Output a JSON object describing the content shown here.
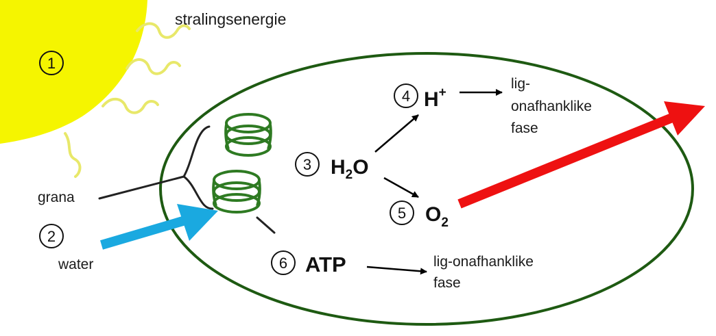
{
  "labels": {
    "radiant_energy": "stralingsenergie",
    "grana": "grana",
    "water": "water",
    "h2o_main": "H",
    "h2o_sub": "2",
    "h2o_end": "O",
    "hplus_main": "H",
    "hplus_sup": "+",
    "o2_main": "O",
    "o2_sub": "2",
    "atp": "ATP",
    "light_independent_top_1": "lig-",
    "light_independent_top_2": "onafhanklike",
    "light_independent_top_3": "fase",
    "light_independent_bottom_1": "lig-onafhanklike",
    "light_independent_bottom_2": "fase"
  },
  "numbers": {
    "n1": "1",
    "n2": "2",
    "n3": "3",
    "n4": "4",
    "n5": "5",
    "n6": "6"
  },
  "colors": {
    "sun": "#f5f500",
    "sun_rays": "#e8e86a",
    "chloroplast_outline": "#1e5a12",
    "grana": "#2e7a22",
    "water_arrow": "#1aa9e0",
    "oxygen_arrow": "#ee1111",
    "black_arrow": "#000000"
  }
}
